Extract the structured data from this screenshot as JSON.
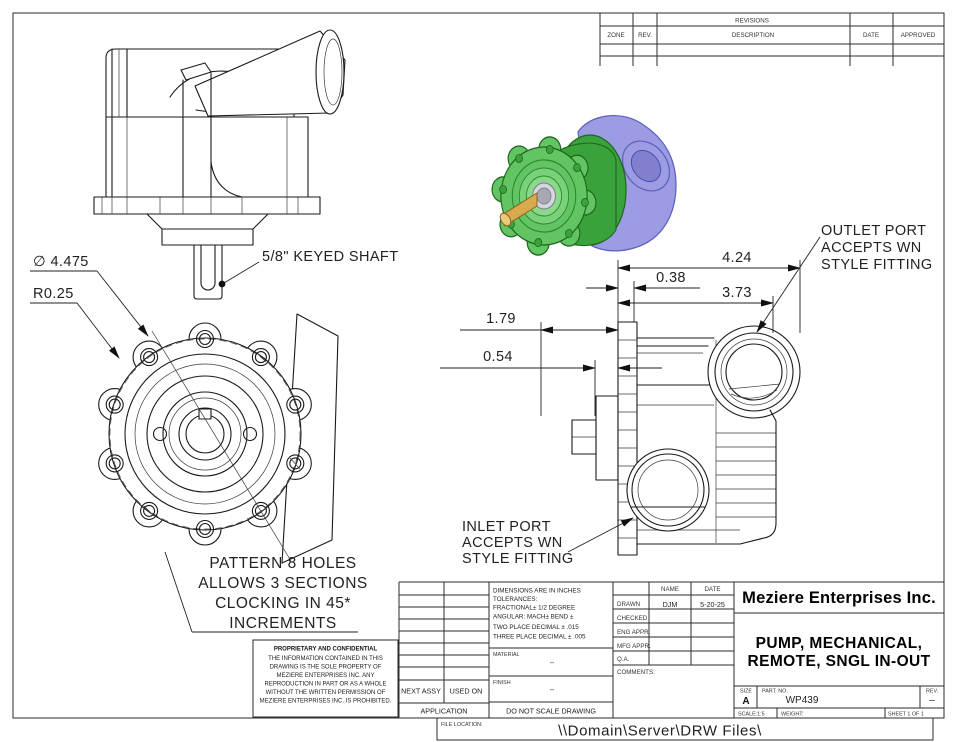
{
  "sheet": {
    "file_location_label": "FILE LOCATION:",
    "file_location_path": "\\\\Domain\\Server\\DRW Files\\"
  },
  "revisions": {
    "title": "REVISIONS",
    "col_zone": "ZONE",
    "col_rev": "REV.",
    "col_description": "DESCRIPTION",
    "col_date": "DATE",
    "col_approved": "APPROVED"
  },
  "dimensions": {
    "flange_dia": "∅ 4.475",
    "corner_radius": "R0.25",
    "keyed_shaft": "5/8\" KEYED SHAFT",
    "overall_width": "4.24",
    "flange_thickness": "0.38",
    "body_width": "3.73",
    "shaft_length": "1.79",
    "step_length": "0.54"
  },
  "notes": {
    "outlet": [
      "OUTLET PORT",
      "ACCEPTS WN",
      "STYLE FITTING"
    ],
    "inlet": [
      "INLET PORT",
      "ACCEPTS WN",
      "STYLE FITTING"
    ],
    "pattern": [
      "PATTERN 8 HOLES",
      "ALLOWS 3 SECTIONS",
      "CLOCKING IN 45*",
      "INCREMENTS"
    ]
  },
  "proprietary": {
    "heading": "PROPRIETARY AND CONFIDENTIAL",
    "lines": [
      "THE INFORMATION CONTAINED IN THIS",
      "DRAWING IS THE SOLE PROPERTY OF",
      "MEZIERE ENTERPRISES INC.  ANY",
      "REPRODUCTION IN PART OR AS A WHOLE",
      "WITHOUT THE WRITTEN PERMISSION OF",
      "MEZIERE ENTERPRISES INC. IS PROHIBITED."
    ]
  },
  "title_block": {
    "tolerances": [
      "DIMENSIONS ARE IN INCHES",
      "TOLERANCES:",
      "FRACTIONAL± 1/2 DEGREE",
      "ANGULAR: MACH±   BEND ±",
      "TWO PLACE DECIMAL    ± .015",
      "THREE PLACE DECIMAL  ± .005"
    ],
    "material_label": "MATERIAL",
    "material_value": "--",
    "finish_label": "FINISH",
    "finish_value": "--",
    "do_not_scale": "DO NOT SCALE DRAWING",
    "next_assy": "NEXT ASSY",
    "used_on": "USED ON",
    "application": "APPLICATION",
    "name_header": "NAME",
    "date_header": "DATE",
    "drawn_label": "DRAWN",
    "drawn_name": "DJM",
    "drawn_date": "5-20-25",
    "checked_label": "CHECKED",
    "eng_appr_label": "ENG APPR.",
    "mfg_appr_label": "MFG APPR.",
    "qa_label": "Q.A.",
    "comments_label": "COMMENTS:",
    "company": "Meziere Enterprises Inc.",
    "title_line1": "PUMP, MECHANICAL,",
    "title_line2": "REMOTE, SNGL IN-OUT",
    "size_label": "SIZE",
    "size_value": "A",
    "part_label": "PART. NO.",
    "part_number": "WP439",
    "rev_label": "REV.",
    "rev_value": "–",
    "scale": "SCALE:1:5",
    "weight_label": "WEIGHT:",
    "sheet": "SHEET 1 OF 1"
  },
  "colors": {
    "cover_green": "#63c463",
    "cover_green_dark": "#3aa23a",
    "housing_lavender": "#9c9ce4",
    "housing_lavender_deep": "#8080cf",
    "shaft_gold": "#d9a94e",
    "shaft_gold_light": "#ecca7c",
    "bearing_silver": "#d5d5de"
  }
}
